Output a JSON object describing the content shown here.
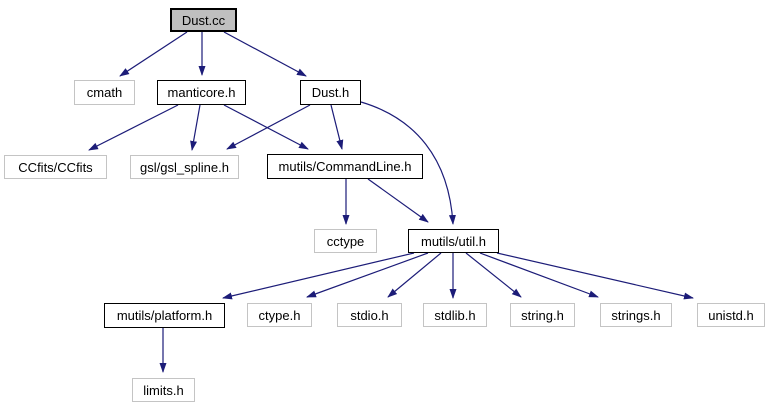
{
  "graph": {
    "nodes": [
      {
        "id": "dust-cc",
        "label": "Dust.cc",
        "type": "root"
      },
      {
        "id": "cmath",
        "label": "cmath",
        "type": "external"
      },
      {
        "id": "manticore-h",
        "label": "manticore.h",
        "type": "internal"
      },
      {
        "id": "dust-h",
        "label": "Dust.h",
        "type": "internal"
      },
      {
        "id": "ccfits",
        "label": "CCfits/CCfits",
        "type": "external"
      },
      {
        "id": "gsl-spline",
        "label": "gsl/gsl_spline.h",
        "type": "external"
      },
      {
        "id": "commandline",
        "label": "mutils/CommandLine.h",
        "type": "internal"
      },
      {
        "id": "cctype",
        "label": "cctype",
        "type": "external"
      },
      {
        "id": "util",
        "label": "mutils/util.h",
        "type": "internal"
      },
      {
        "id": "platform",
        "label": "mutils/platform.h",
        "type": "internal"
      },
      {
        "id": "ctype-h",
        "label": "ctype.h",
        "type": "external"
      },
      {
        "id": "stdio-h",
        "label": "stdio.h",
        "type": "external"
      },
      {
        "id": "stdlib-h",
        "label": "stdlib.h",
        "type": "external"
      },
      {
        "id": "string-h",
        "label": "string.h",
        "type": "external"
      },
      {
        "id": "strings-h",
        "label": "strings.h",
        "type": "external"
      },
      {
        "id": "unistd-h",
        "label": "unistd.h",
        "type": "external"
      },
      {
        "id": "limits-h",
        "label": "limits.h",
        "type": "external"
      }
    ],
    "edges": [
      {
        "from": "dust-cc",
        "to": "cmath"
      },
      {
        "from": "dust-cc",
        "to": "manticore-h"
      },
      {
        "from": "dust-cc",
        "to": "dust-h"
      },
      {
        "from": "manticore-h",
        "to": "ccfits"
      },
      {
        "from": "manticore-h",
        "to": "gsl-spline"
      },
      {
        "from": "manticore-h",
        "to": "commandline"
      },
      {
        "from": "dust-h",
        "to": "gsl-spline"
      },
      {
        "from": "dust-h",
        "to": "commandline"
      },
      {
        "from": "dust-h",
        "to": "util"
      },
      {
        "from": "commandline",
        "to": "cctype"
      },
      {
        "from": "commandline",
        "to": "util"
      },
      {
        "from": "util",
        "to": "platform"
      },
      {
        "from": "util",
        "to": "ctype-h"
      },
      {
        "from": "util",
        "to": "stdio-h"
      },
      {
        "from": "util",
        "to": "stdlib-h"
      },
      {
        "from": "util",
        "to": "string-h"
      },
      {
        "from": "util",
        "to": "strings-h"
      },
      {
        "from": "util",
        "to": "unistd-h"
      },
      {
        "from": "platform",
        "to": "limits-h"
      }
    ],
    "colors": {
      "edge": "#1c1c78",
      "root_fill": "#bfbfbf",
      "internal_border": "#000000",
      "external_border": "#c4c4c4",
      "node_fill": "#ffffff",
      "text": "#000000",
      "background": "#ffffff"
    }
  }
}
